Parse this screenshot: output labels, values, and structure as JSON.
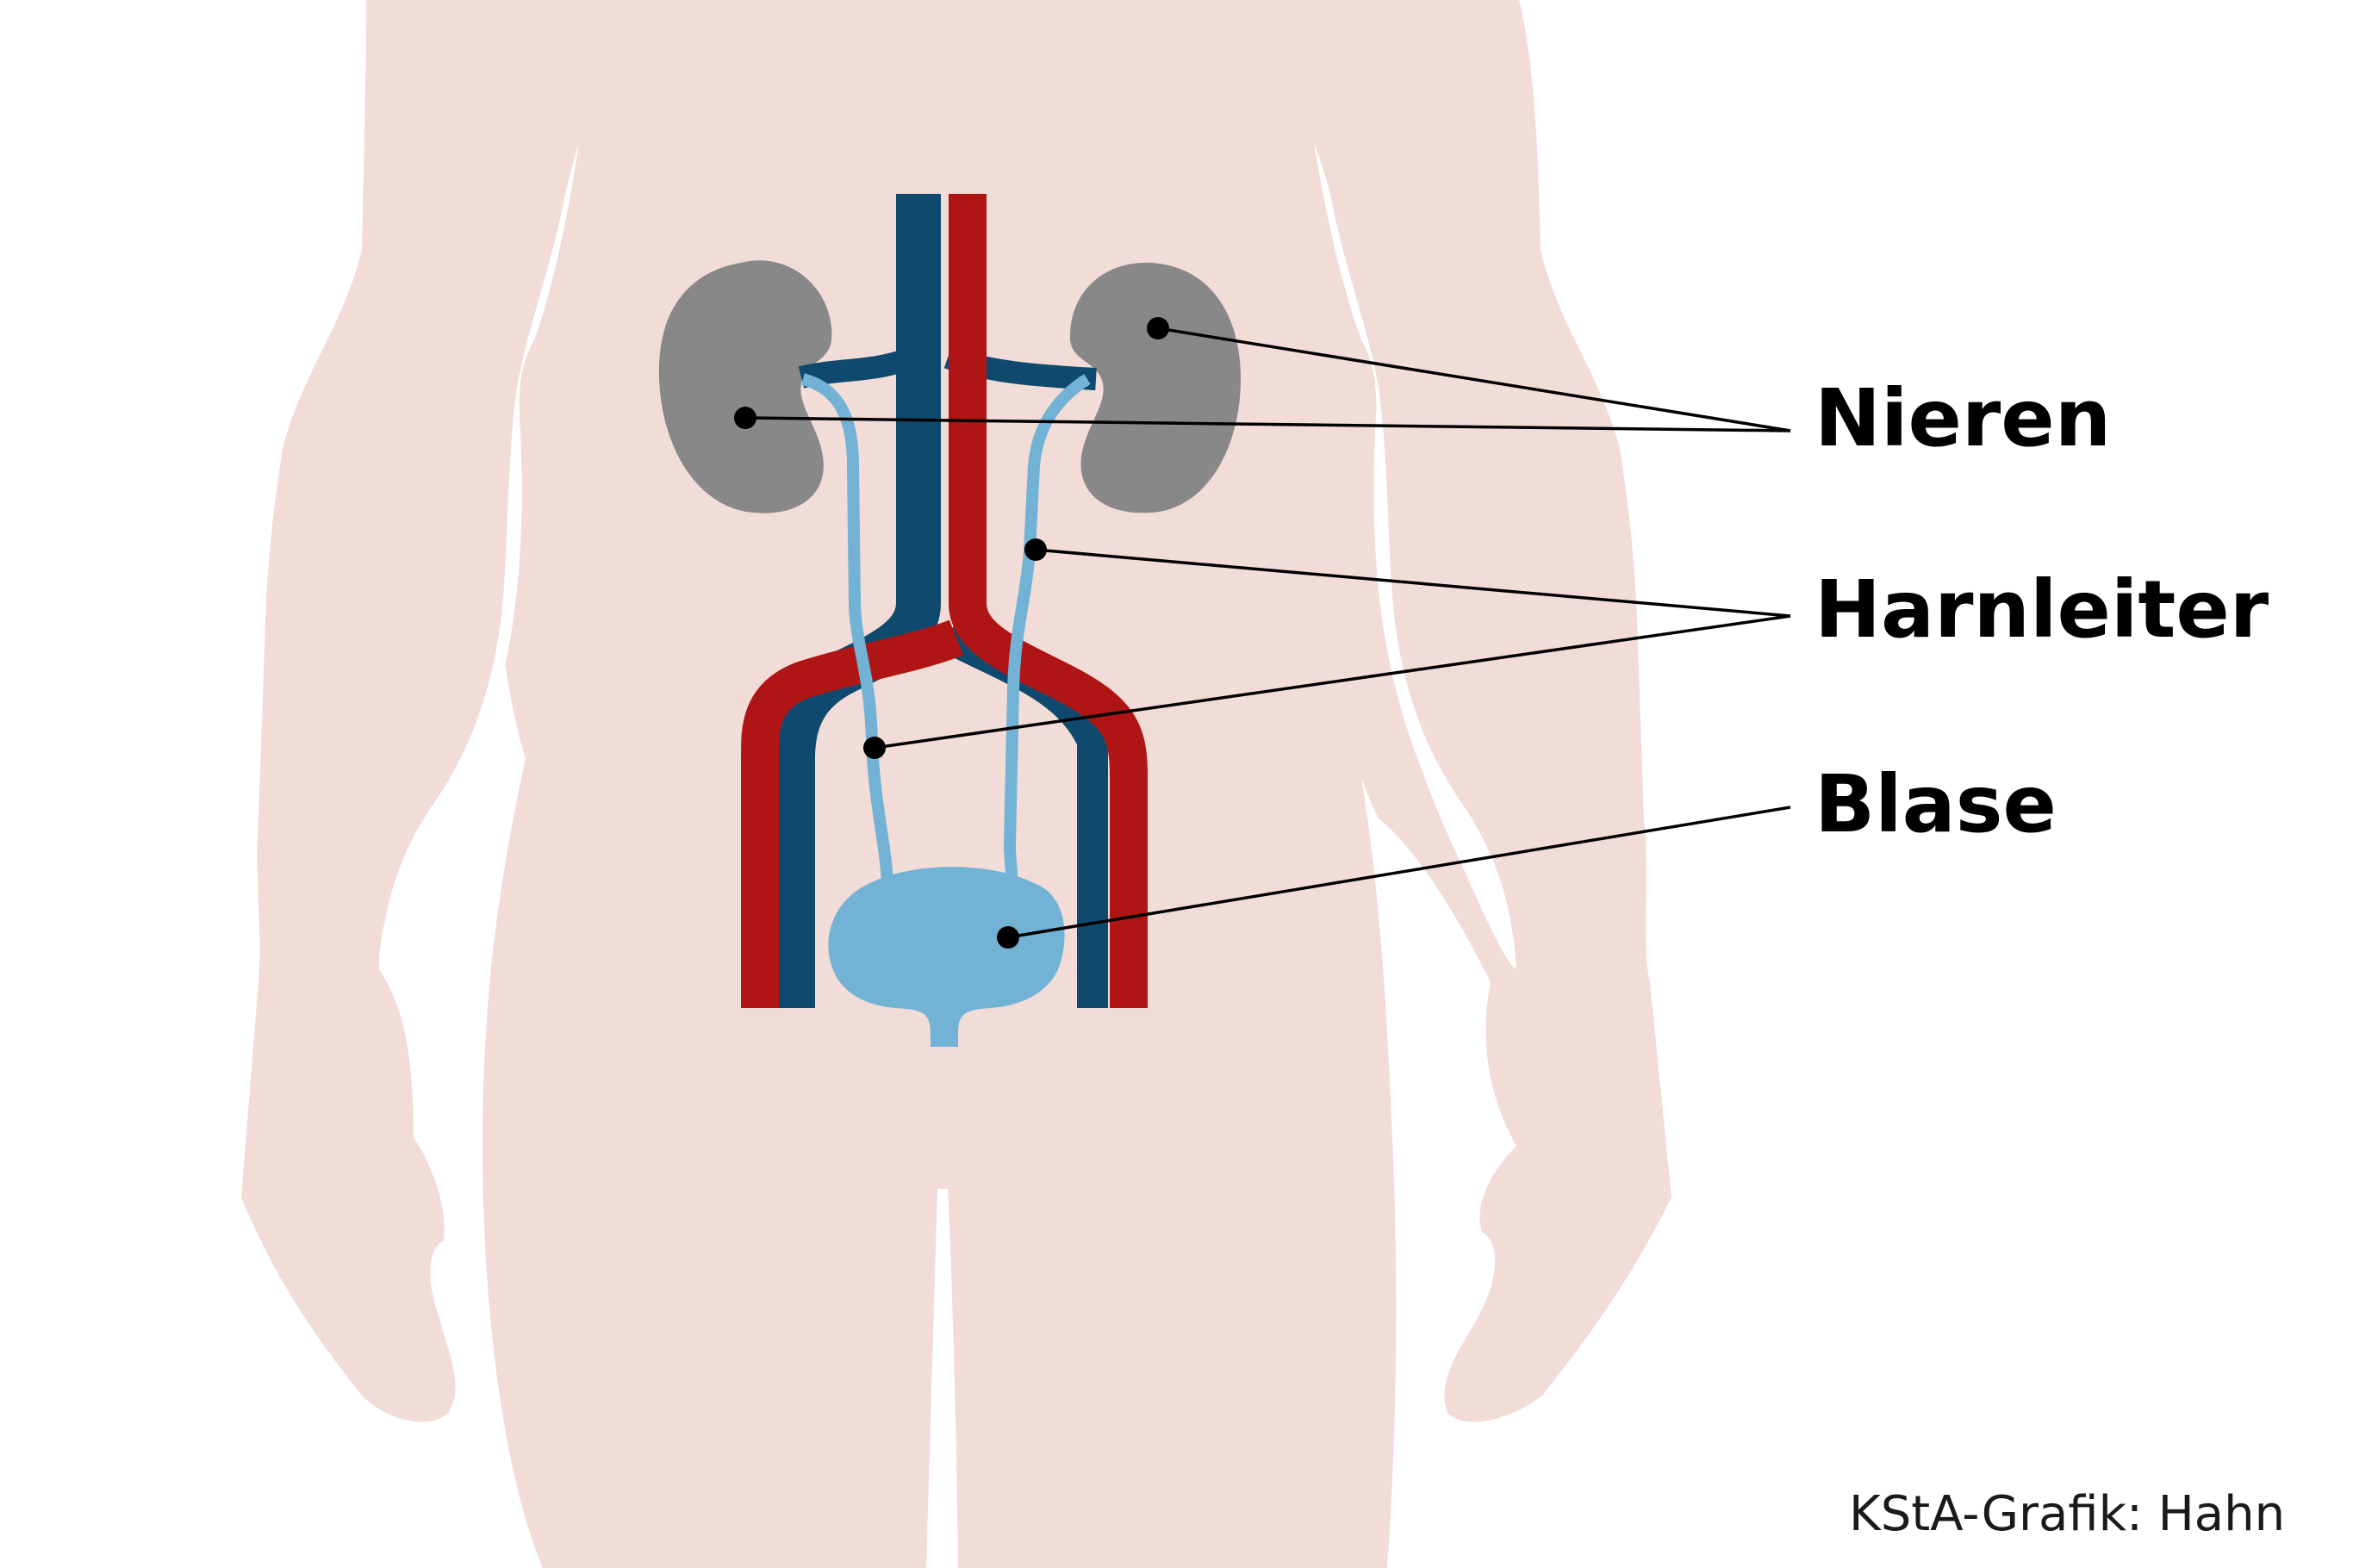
{
  "labels": {
    "kidneys": "Nieren",
    "ureter": "Harnleiter",
    "bladder": "Blase"
  },
  "credit": "KStA-Grafik: Hahn",
  "colors": {
    "body": "#f2dcd8",
    "kidney": "#888888",
    "vein": "#0f4a6e",
    "artery": "#b01515",
    "urinary": "#72b2d4",
    "pointer": "#000000"
  }
}
